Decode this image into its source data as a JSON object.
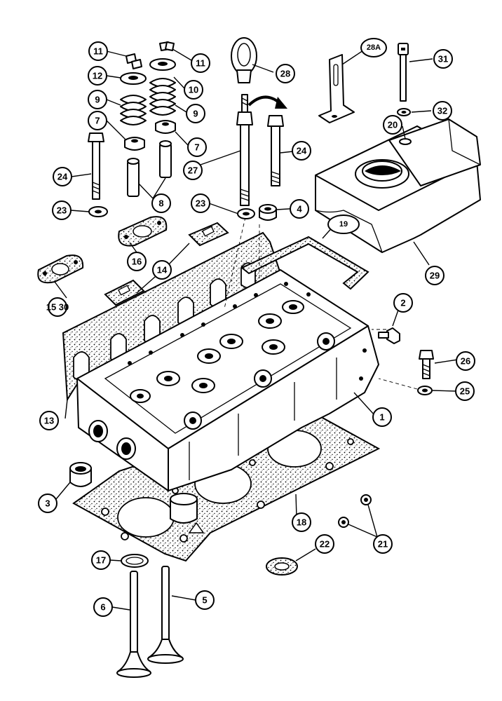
{
  "callouts": [
    {
      "id": "c1",
      "label": "1"
    },
    {
      "id": "c2",
      "label": "2"
    },
    {
      "id": "c3",
      "label": "3"
    },
    {
      "id": "c4",
      "label": "4"
    },
    {
      "id": "c5",
      "label": "5"
    },
    {
      "id": "c6",
      "label": "6"
    },
    {
      "id": "c7a",
      "label": "7"
    },
    {
      "id": "c7b",
      "label": "7"
    },
    {
      "id": "c8",
      "label": "8"
    },
    {
      "id": "c9a",
      "label": "9"
    },
    {
      "id": "c9b",
      "label": "9"
    },
    {
      "id": "c10",
      "label": "10"
    },
    {
      "id": "c11a",
      "label": "11"
    },
    {
      "id": "c11b",
      "label": "11"
    },
    {
      "id": "c12",
      "label": "12"
    },
    {
      "id": "c13",
      "label": "13"
    },
    {
      "id": "c14",
      "label": "14"
    },
    {
      "id": "c15_30",
      "label": "15 30"
    },
    {
      "id": "c16",
      "label": "16"
    },
    {
      "id": "c17",
      "label": "17"
    },
    {
      "id": "c18",
      "label": "18"
    },
    {
      "id": "c19",
      "label": "19"
    },
    {
      "id": "c20",
      "label": "20"
    },
    {
      "id": "c21",
      "label": "21"
    },
    {
      "id": "c22",
      "label": "22"
    },
    {
      "id": "c23a",
      "label": "23"
    },
    {
      "id": "c23b",
      "label": "23"
    },
    {
      "id": "c24a",
      "label": "24"
    },
    {
      "id": "c24b",
      "label": "24"
    },
    {
      "id": "c25",
      "label": "25"
    },
    {
      "id": "c26",
      "label": "26"
    },
    {
      "id": "c27",
      "label": "27"
    },
    {
      "id": "c28",
      "label": "28"
    },
    {
      "id": "c28a",
      "label": "28A"
    },
    {
      "id": "c29",
      "label": "29"
    },
    {
      "id": "c31",
      "label": "31"
    },
    {
      "id": "c32",
      "label": "32"
    }
  ]
}
